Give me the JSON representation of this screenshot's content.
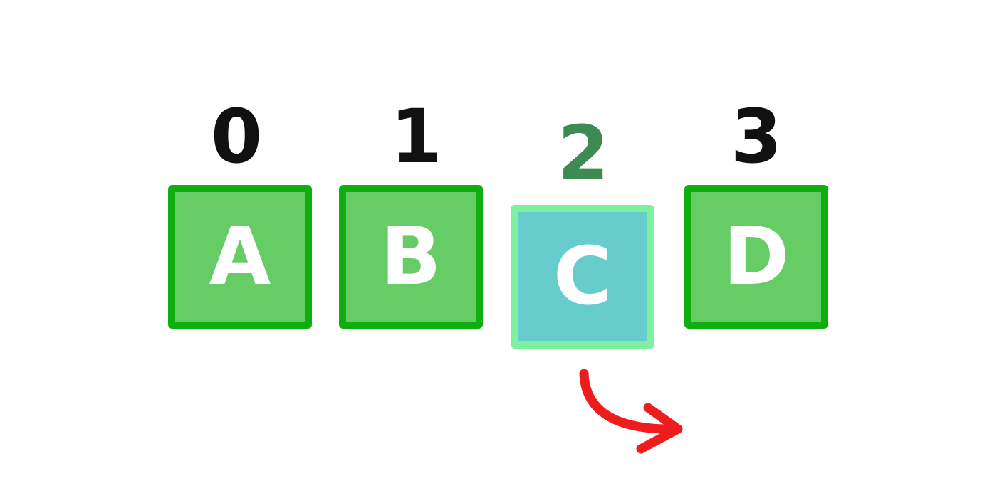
{
  "items": [
    {
      "index": "0",
      "letter": "A",
      "highlighted": false
    },
    {
      "index": "1",
      "letter": "B",
      "highlighted": false
    },
    {
      "index": "2",
      "letter": "C",
      "highlighted": true
    },
    {
      "index": "3",
      "letter": "D",
      "highlighted": false
    }
  ],
  "colors": {
    "box_fill": "#66cc66",
    "box_border": "#0fae0f",
    "highlight_fill": "#66cccc",
    "highlight_border": "#7ef0a0",
    "highlight_index": "#3d8a52",
    "index_text": "#111111",
    "letter_text": "#ffffff",
    "arrow": "#ee1c1c"
  },
  "arrow": {
    "icon": "curved-arrow-right-icon"
  }
}
